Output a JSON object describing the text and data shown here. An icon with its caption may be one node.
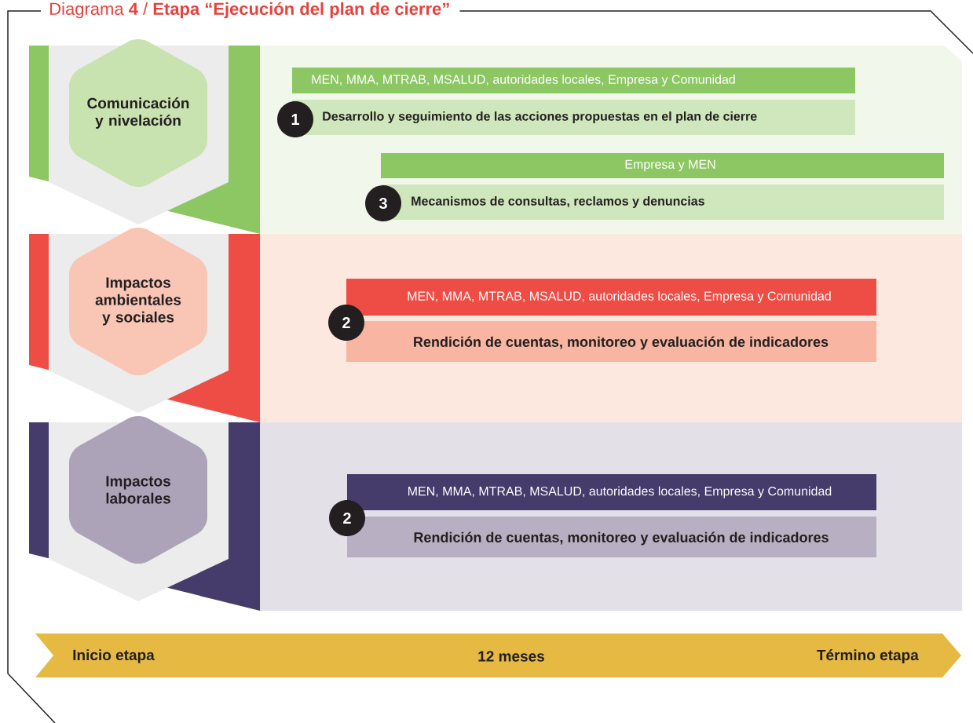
{
  "diagram": {
    "title": "Diagrama **4** / **Etapa “Ejecución del plan de cierre”**",
    "nodes": [
      {
        "text": [
          "Comunicación y nivelación"
        ]
      },
      {
        "text": [
          "MEN, MMA, MTRAB, MSALUD, autoridades locales, Empresa y Comunidad"
        ]
      },
      {
        "text": [
          "1"
        ]
      },
      {
        "text": [
          "Desarrollo y seguimiento de las acciones propuestas en el plan de cierre"
        ]
      },
      {
        "text": [
          "Empresa y MEN"
        ]
      },
      {
        "text": [
          "3"
        ]
      },
      {
        "text": [
          "Mecanismos de consultas, reclamos y denuncias"
        ]
      },
      {
        "text": [
          "Impactos ambientales y sociales"
        ]
      },
      {
        "text": [
          "MEN, MMA, MTRAB, MSALUD, autoridades locales, Empresa y Comunidad"
        ]
      },
      {
        "text": [
          "2"
        ]
      },
      {
        "text": [
          "Rendición de cuentas, monitoreo y evaluación de indicadores"
        ]
      },
      {
        "text": [
          "Impactos laborales"
        ]
      },
      {
        "text": [
          "MEN, MMA, MTRAB, MSALUD, autoridades locales, Empresa y Comunidad"
        ]
      },
      {
        "text": [
          "2"
        ]
      },
      {
        "text": [
          "Rendición de cuentas, monitoreo y evaluación de indicadores"
        ]
      },
      {
        "text": [
          "Inicio etapa",
          "12 meses",
          "Término etapa"
        ]
      }
    ]
  }
}
